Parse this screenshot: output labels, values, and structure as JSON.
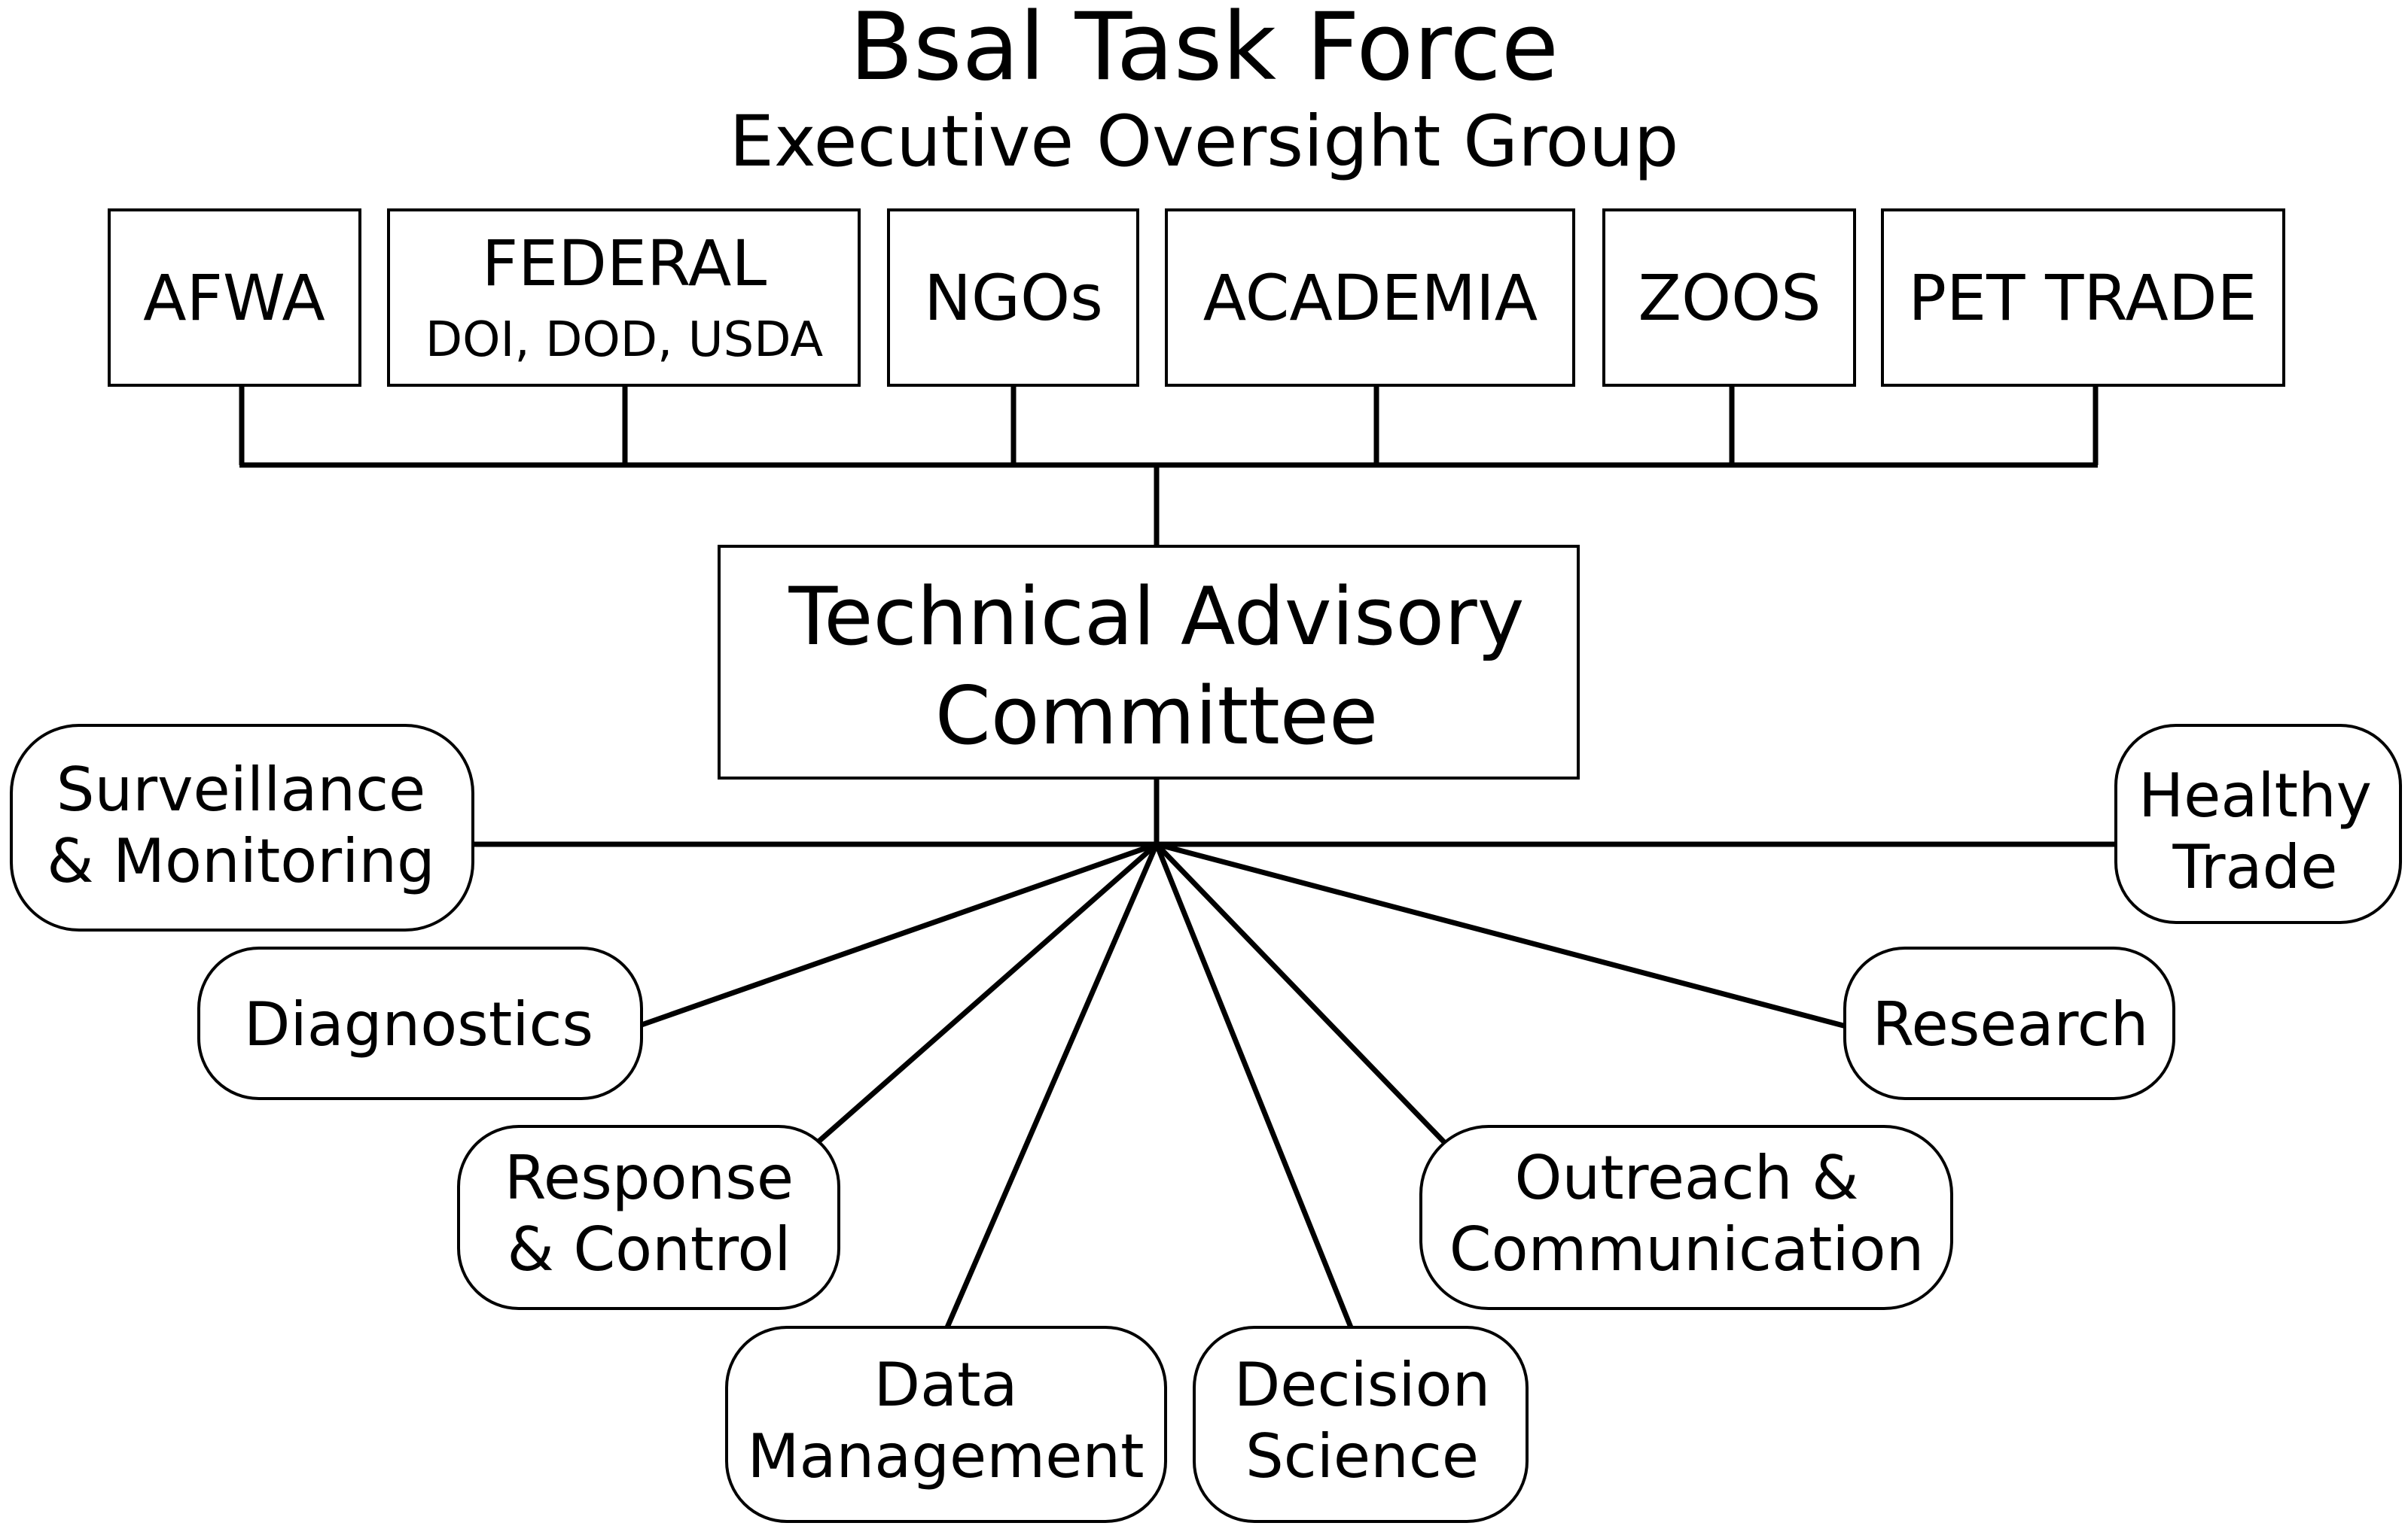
{
  "header": {
    "title": "Bsal Task Force",
    "subtitle": "Executive Oversight Group"
  },
  "oversight_members": [
    {
      "label": "AFWA",
      "sub": ""
    },
    {
      "label": "FEDERAL",
      "sub": "DOI, DOD, USDA"
    },
    {
      "label": "NGOs",
      "sub": ""
    },
    {
      "label": "ACADEMIA",
      "sub": ""
    },
    {
      "label": "ZOOS",
      "sub": ""
    },
    {
      "label": "PET TRADE",
      "sub": ""
    }
  ],
  "committee": {
    "lines": [
      "Technical Advisory",
      "Committee"
    ]
  },
  "working_groups": [
    {
      "lines": [
        "Surveillance",
        "& Monitoring"
      ]
    },
    {
      "lines": [
        "Diagnostics"
      ]
    },
    {
      "lines": [
        "Response",
        "& Control"
      ]
    },
    {
      "lines": [
        "Data",
        "Management"
      ]
    },
    {
      "lines": [
        "Decision",
        "Science"
      ]
    },
    {
      "lines": [
        "Outreach &",
        "Communication"
      ]
    },
    {
      "lines": [
        "Research"
      ]
    },
    {
      "lines": [
        "Healthy",
        "Trade"
      ]
    }
  ]
}
